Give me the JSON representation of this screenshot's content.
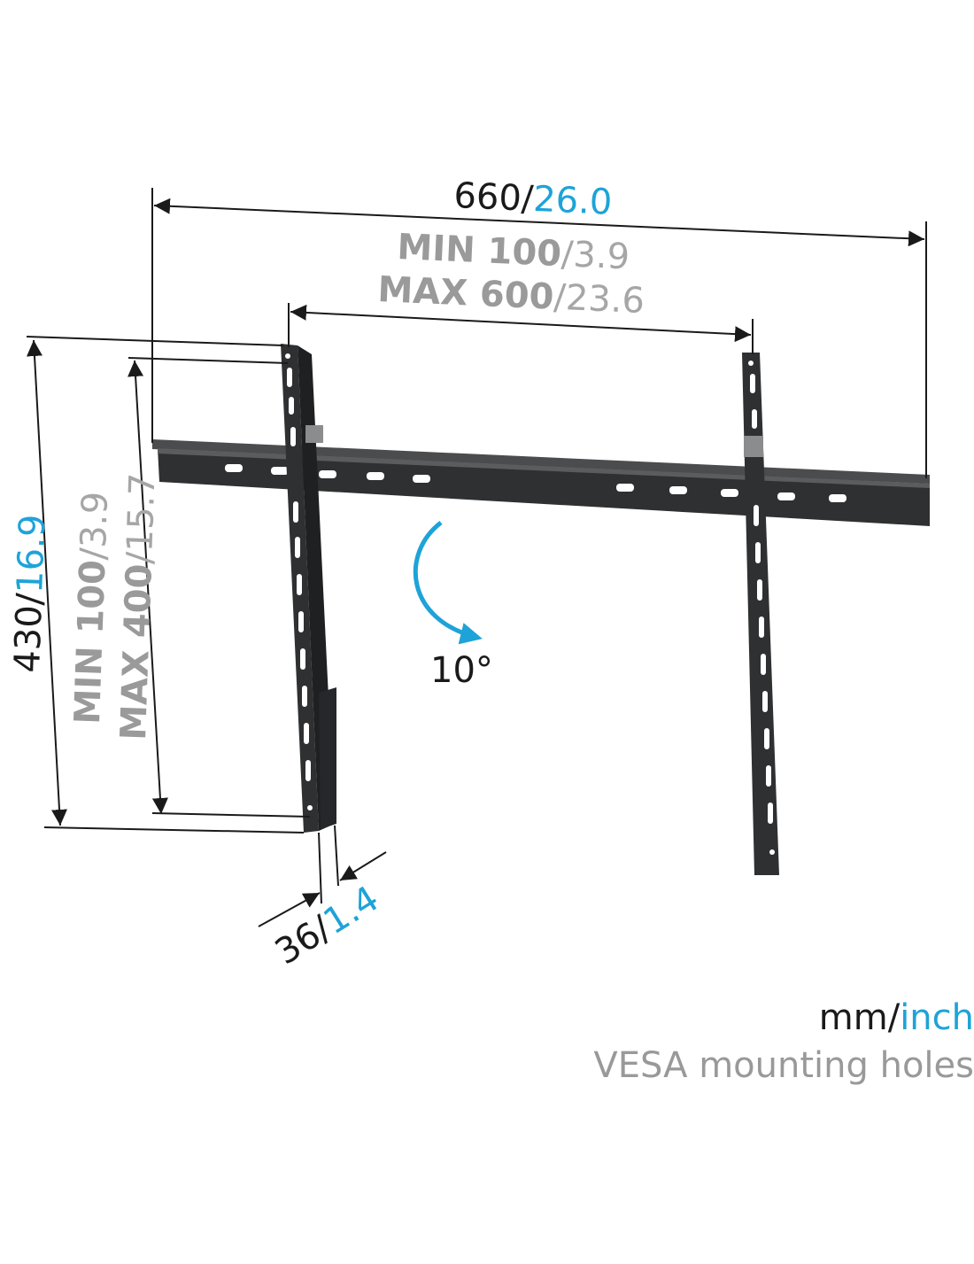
{
  "dimensions": {
    "overall_width": {
      "mm": "660",
      "sep": "/",
      "inch": "26.0"
    },
    "vesa_horizontal": {
      "min": {
        "label": "MIN",
        "mm": "100",
        "sep": "/",
        "inch": "3.9"
      },
      "max": {
        "label": "MAX",
        "mm": "600",
        "sep": "/",
        "inch": "23.6"
      }
    },
    "overall_height": {
      "mm": "430",
      "sep": "/",
      "inch": "16.9"
    },
    "vesa_vertical": {
      "min": {
        "label": "MIN",
        "mm": "100",
        "sep": "/",
        "inch": "3.9"
      },
      "max": {
        "label": "MAX",
        "mm": "400",
        "sep": "/",
        "inch": "15.7"
      }
    },
    "depth": {
      "mm": "36",
      "sep": "/",
      "inch": "1.4"
    },
    "tilt": {
      "value": "10",
      "unit": "°"
    }
  },
  "legend": {
    "units_mm": "mm",
    "units_sep": "/",
    "units_inch": "inch",
    "vesa_note": "VESA mounting holes"
  },
  "colors": {
    "dimension_text": "#1a1a1a",
    "inch_accent": "#1ea3d8",
    "vesa_text": "#9a9a9a",
    "bracket": "#2e3032",
    "tilt_arrow": "#1ea3d8"
  },
  "icons": [
    "tilt-arrow-icon"
  ]
}
